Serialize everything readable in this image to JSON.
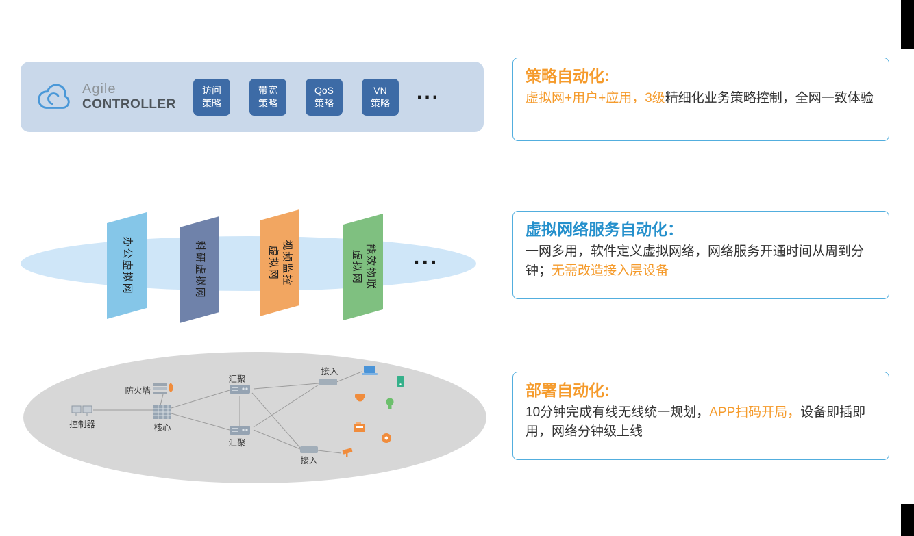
{
  "controller_bar": {
    "bg_color": "#c9d8ea",
    "logo": {
      "line1": "Agile",
      "line2": "CONTROLLER"
    },
    "badge_color": "#3d6ba6",
    "badges": [
      {
        "line1": "访问",
        "line2": "策略"
      },
      {
        "line1": "带宽",
        "line2": "策略"
      },
      {
        "line1": "QoS",
        "line2": "策略"
      },
      {
        "line1": "VN",
        "line2": "策略"
      }
    ],
    "ellipsis": "..."
  },
  "virtual_layer": {
    "ellipse_color": "#cfe6f8",
    "planes": [
      {
        "lines": [
          "办公虚拟网",
          ""
        ],
        "color": "#85c6e8"
      },
      {
        "lines": [
          "科研虚拟网",
          ""
        ],
        "color": "#6f82aa"
      },
      {
        "lines": [
          "视频监控",
          "虚拟网"
        ],
        "color": "#f2a661"
      },
      {
        "lines": [
          "能效物联",
          "虚拟网"
        ],
        "color": "#7fc080"
      }
    ],
    "ellipsis": "..."
  },
  "topology": {
    "ellipse_color": "#d7d7d7",
    "labels": {
      "controller": "控制器",
      "firewall": "防火墙",
      "core": "核心",
      "agg_top": "汇聚",
      "agg_bottom": "汇聚",
      "access_top": "接入",
      "access_bottom": "接入"
    }
  },
  "callouts": [
    {
      "title": "策略自动化:",
      "title_color": "#f59b2c",
      "border_color": "#52aede",
      "segments": [
        {
          "text": "虚拟网+用户+应用，3级",
          "color": "#f59b2c"
        },
        {
          "text": "精细化业务策略控制，全网一致体验",
          "color": "#333333"
        },
        {
          "text": "",
          "color": "#333333"
        }
      ]
    },
    {
      "title": "虚拟网络服务自动化：",
      "title_color": "#2590cc",
      "border_color": "#52aede",
      "segments": [
        {
          "text": "一网多用，软件定义虚拟网络，网络服务开通时间从周到分钟；",
          "color": "#333333"
        },
        {
          "text": "无需改造接入层设备",
          "color": "#f59b2c"
        },
        {
          "text": "",
          "color": "#333333"
        }
      ]
    },
    {
      "title": "部署自动化:",
      "title_color": "#f59b2c",
      "border_color": "#52aede",
      "segments": [
        {
          "text": "10分钟完成有线无线统一规划，",
          "color": "#333333"
        },
        {
          "text": "APP扫码开局，",
          "color": "#f59b2c"
        },
        {
          "text": "设备即插即用，网络分钟级上线",
          "color": "#333333"
        }
      ]
    }
  ]
}
